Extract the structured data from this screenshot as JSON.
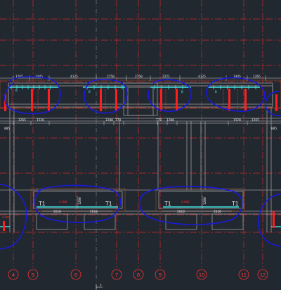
{
  "colors": {
    "background": "#212830",
    "axis_line": "#d12a2a",
    "wall": "#8c8c8c",
    "beam": "#b5b5b5",
    "markup": "#1a1adb",
    "rebar": "#ff1f1f",
    "slab_edge": "#41e6e6",
    "dimension": "#e6e6e6"
  },
  "axes": [
    "4",
    "5",
    "6",
    "7",
    "8",
    "9",
    "10",
    "11",
    "12"
  ],
  "top_dimensions": [
    "1265",
    "1445",
    "4125",
    "2750",
    "2750",
    "2221",
    "4125",
    "1445",
    "1265"
  ],
  "mid_dimensions": [
    "885",
    "1265",
    "1520",
    "1200",
    "770",
    "770",
    "1200",
    "1520",
    "1265",
    "885"
  ],
  "lower_dimensions": [
    "2610",
    "2610",
    "2610",
    "2610"
  ],
  "side_dimension": "1200",
  "red_tags": [
    "4.450",
    "4.450",
    "4.450"
  ],
  "slab_tags": [
    "T1",
    "T1",
    "T1",
    "T1"
  ],
  "origin_label": "x"
}
